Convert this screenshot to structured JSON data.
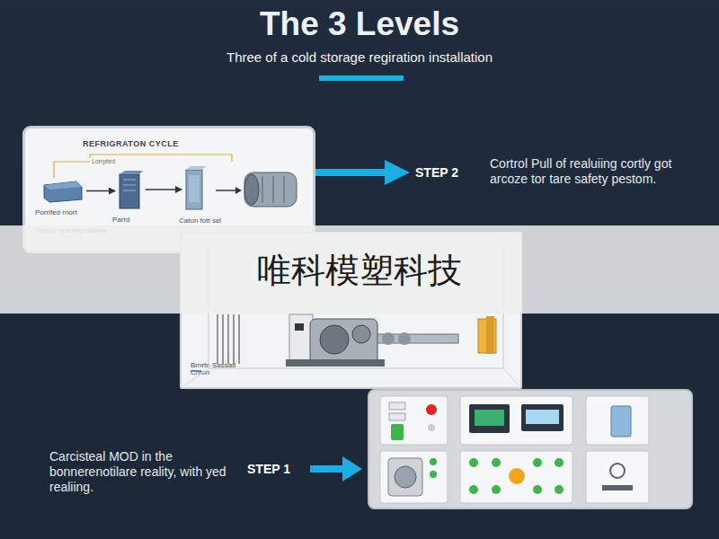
{
  "diagram": {
    "title": "The 3 Levels",
    "nodes": [
      {
        "text": [
          "REFRIGRATON CYCLE"
        ]
      },
      {
        "text": [
          "Porrifed rnort"
        ],
        "in": 0
      },
      {
        "text": [
          "Parrd"
        ],
        "in": 0
      },
      {
        "text": [
          "Caton fott sel"
        ],
        "in": 0
      },
      {
        "text": [
          "Brnrfe Sassatl Cnton"
        ]
      }
    ],
    "edges": [
      {
        "from": 1,
        "to": 2,
        "arrow": "to"
      },
      {
        "from": 2,
        "to": 3,
        "arrow": "to"
      }
    ],
    "labels": [
      "Three of a cold storage regiration installation",
      "Lorrpfed",
      "Pcrtoc ocd regolatioss",
      "STEP 2",
      "Cortrol Pull of realuiing cortly got arcoze tor tare safety pestom.",
      "Carcisteal MOD in the bonnerenotilare reality, with yed realiing.",
      "STEP 1",
      "唯科模塑科技"
    ]
  }
}
